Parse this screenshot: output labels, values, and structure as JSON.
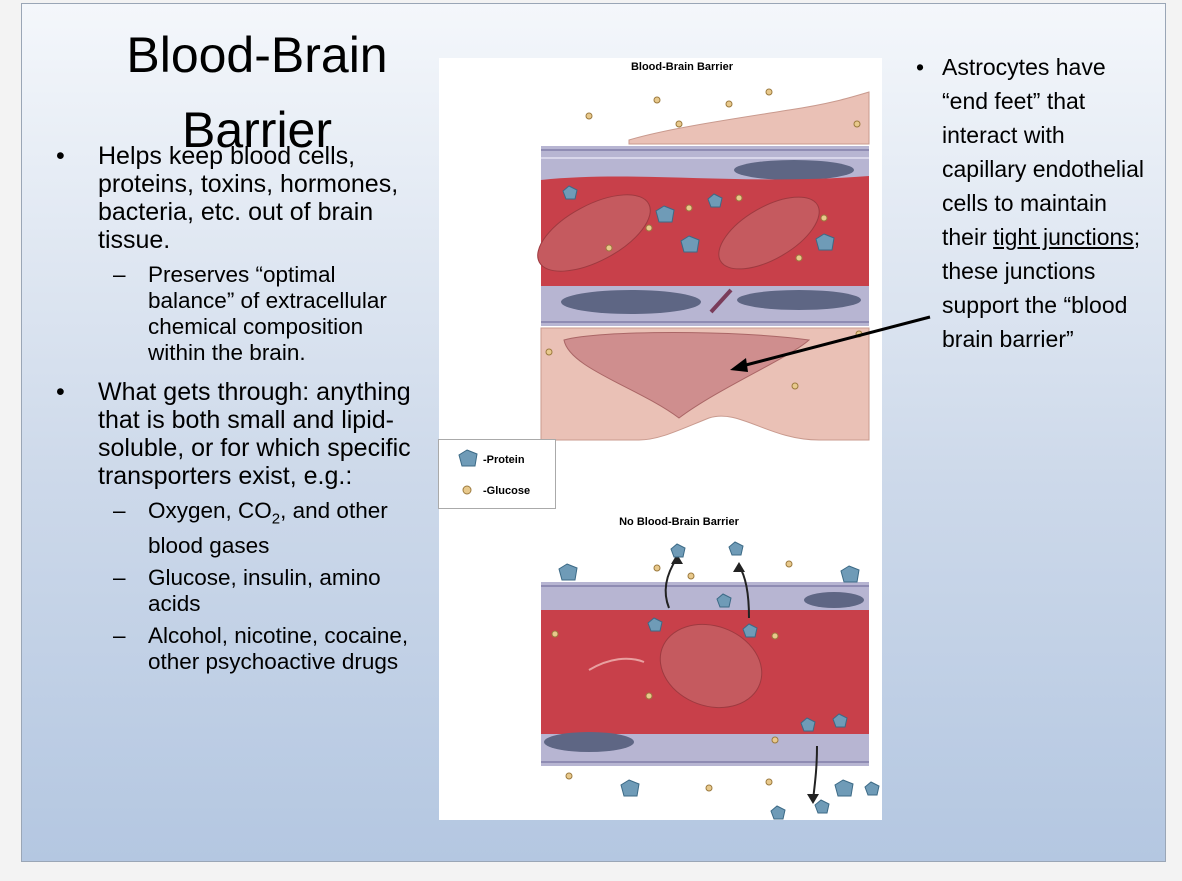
{
  "slide": {
    "title": "Blood-Brain Barrier",
    "left_bullets": [
      {
        "text": "Helps keep blood cells, proteins, toxins, hormones, bacteria, etc. out of brain tissue.",
        "sub": [
          "Preserves “optimal balance” of extracellular chemical composition within the brain."
        ]
      },
      {
        "text": "What gets through: anything that is both small and lipid-soluble, or for which specific transporters exist, e.g.:",
        "sub": [
          "Oxygen, CO",
          "Glucose, insulin, amino acids",
          "Alcohol, nicotine, cocaine, other psychoactive drugs"
        ]
      }
    ],
    "co2_subscript": "2",
    "co2_suffix": ", and other blood gases",
    "right_bullet": {
      "before": "Astrocytes have “end feet” that interact with capillary endothelial cells to maintain their ",
      "underlined": "tight junctions",
      "after": "; these junctions support the “blood brain barrier”"
    },
    "bullet_glyph": "•",
    "dash_glyph": "–"
  },
  "figure": {
    "top_label": "Blood-Brain Barrier",
    "bottom_label": "No Blood-Brain Barrier",
    "legend": {
      "protein": "-Protein",
      "glucose": "-Glucose"
    },
    "colors": {
      "blood": "#c8404a",
      "vessel_wall": "#b7b5d2",
      "astrocyte": "#eac1b6",
      "nucleus": "#5e6684",
      "protein": "#6f9bb7",
      "glucose": "#e8c98c"
    }
  }
}
